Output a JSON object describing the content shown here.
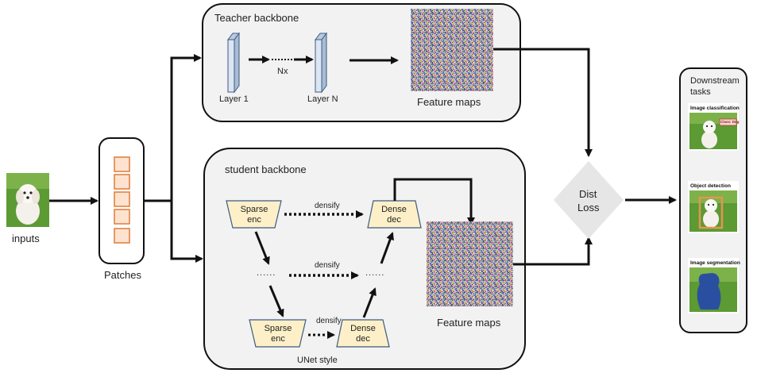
{
  "inputs": {
    "label": "inputs"
  },
  "patches": {
    "label": "Patches"
  },
  "teacher": {
    "title": "Teacher backbone",
    "layer1": "Layer 1",
    "layerN": "Layer N",
    "repeat": "Nx",
    "feature_maps": "Feature maps"
  },
  "student": {
    "title": "student backbone",
    "sparse_enc": "Sparse\nenc",
    "dense_dec": "Dense\ndec",
    "densify": "densify",
    "ellipsis": "......",
    "feature_maps": "Feature maps",
    "unet": "UNet style"
  },
  "loss": {
    "line1": "Dist",
    "line2": "Loss"
  },
  "downstream": {
    "title_line1": "Downstream",
    "title_line2": "tasks",
    "tasks": [
      {
        "title": "Image classification",
        "badge": "Class: Dog"
      },
      {
        "title": "Object detection"
      },
      {
        "title": "Image segmentation"
      }
    ]
  },
  "colors": {
    "panel_fill": "#f2f2f2",
    "layer_fill": "#dce6f2",
    "layer_stroke": "#3d5a80",
    "enc_fill": "#fdf0c8",
    "patch_fill": "#fde3cf",
    "patch_stroke": "#e07b39",
    "diamond_fill": "#e6e6e6",
    "grass": "#4f8a2a",
    "seg_mask": "#2b4fa0",
    "bbox": "#e39552"
  }
}
